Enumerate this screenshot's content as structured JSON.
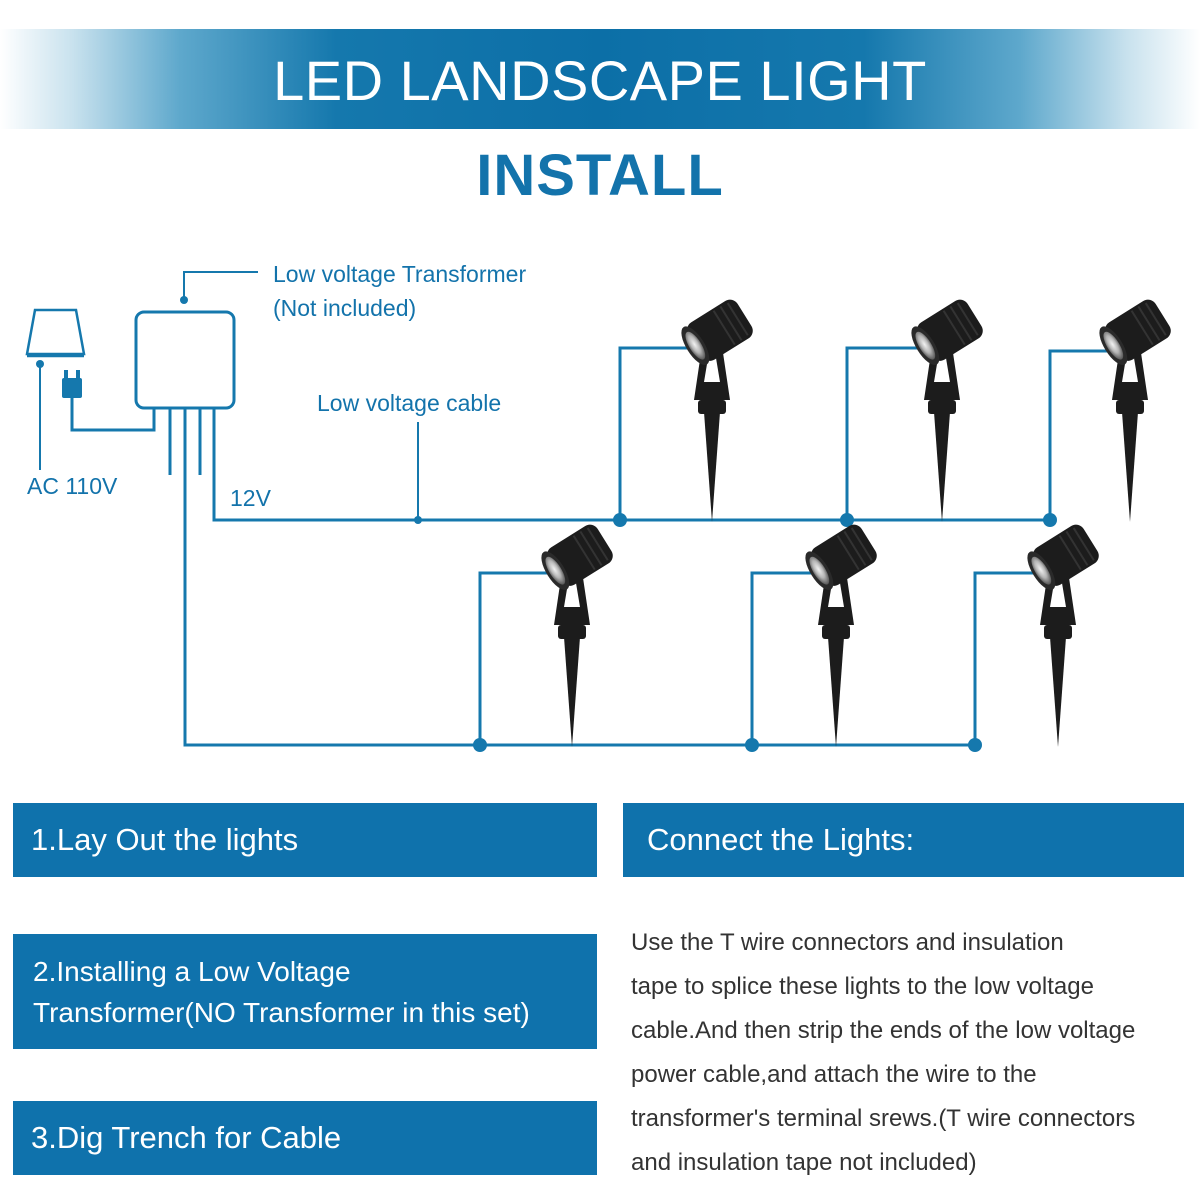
{
  "header": {
    "title": "LED LANDSCAPE LIGHT",
    "subtitle": "INSTALL"
  },
  "diagram": {
    "transformer_label_line1": "Low voltage Transformer",
    "transformer_label_line2": "(Not included)",
    "cable_label": "Low voltage cable",
    "ac_label": "AC 110V",
    "voltage_label": "12V",
    "light_count": 6
  },
  "steps": {
    "step1": "1.Lay Out the lights",
    "step2_line1": "2.Installing a Low Voltage",
    "step2_line2": "Transformer(NO Transformer in this set)",
    "step3": "3.Dig Trench for Cable"
  },
  "connect": {
    "heading": "Connect the Lights:",
    "lines": [
      "Use the T wire connectors and insulation",
      "tape to splice these lights to the low voltage",
      "cable.And then strip the ends of the low voltage",
      "power cable,and attach the wire to the",
      "transformer's terminal srews.(T wire connectors",
      "and insulation tape not included)"
    ]
  },
  "colors": {
    "brand_blue": "#0f72ac",
    "wire": "#1578ad",
    "light_body": "#1c1c1c"
  }
}
